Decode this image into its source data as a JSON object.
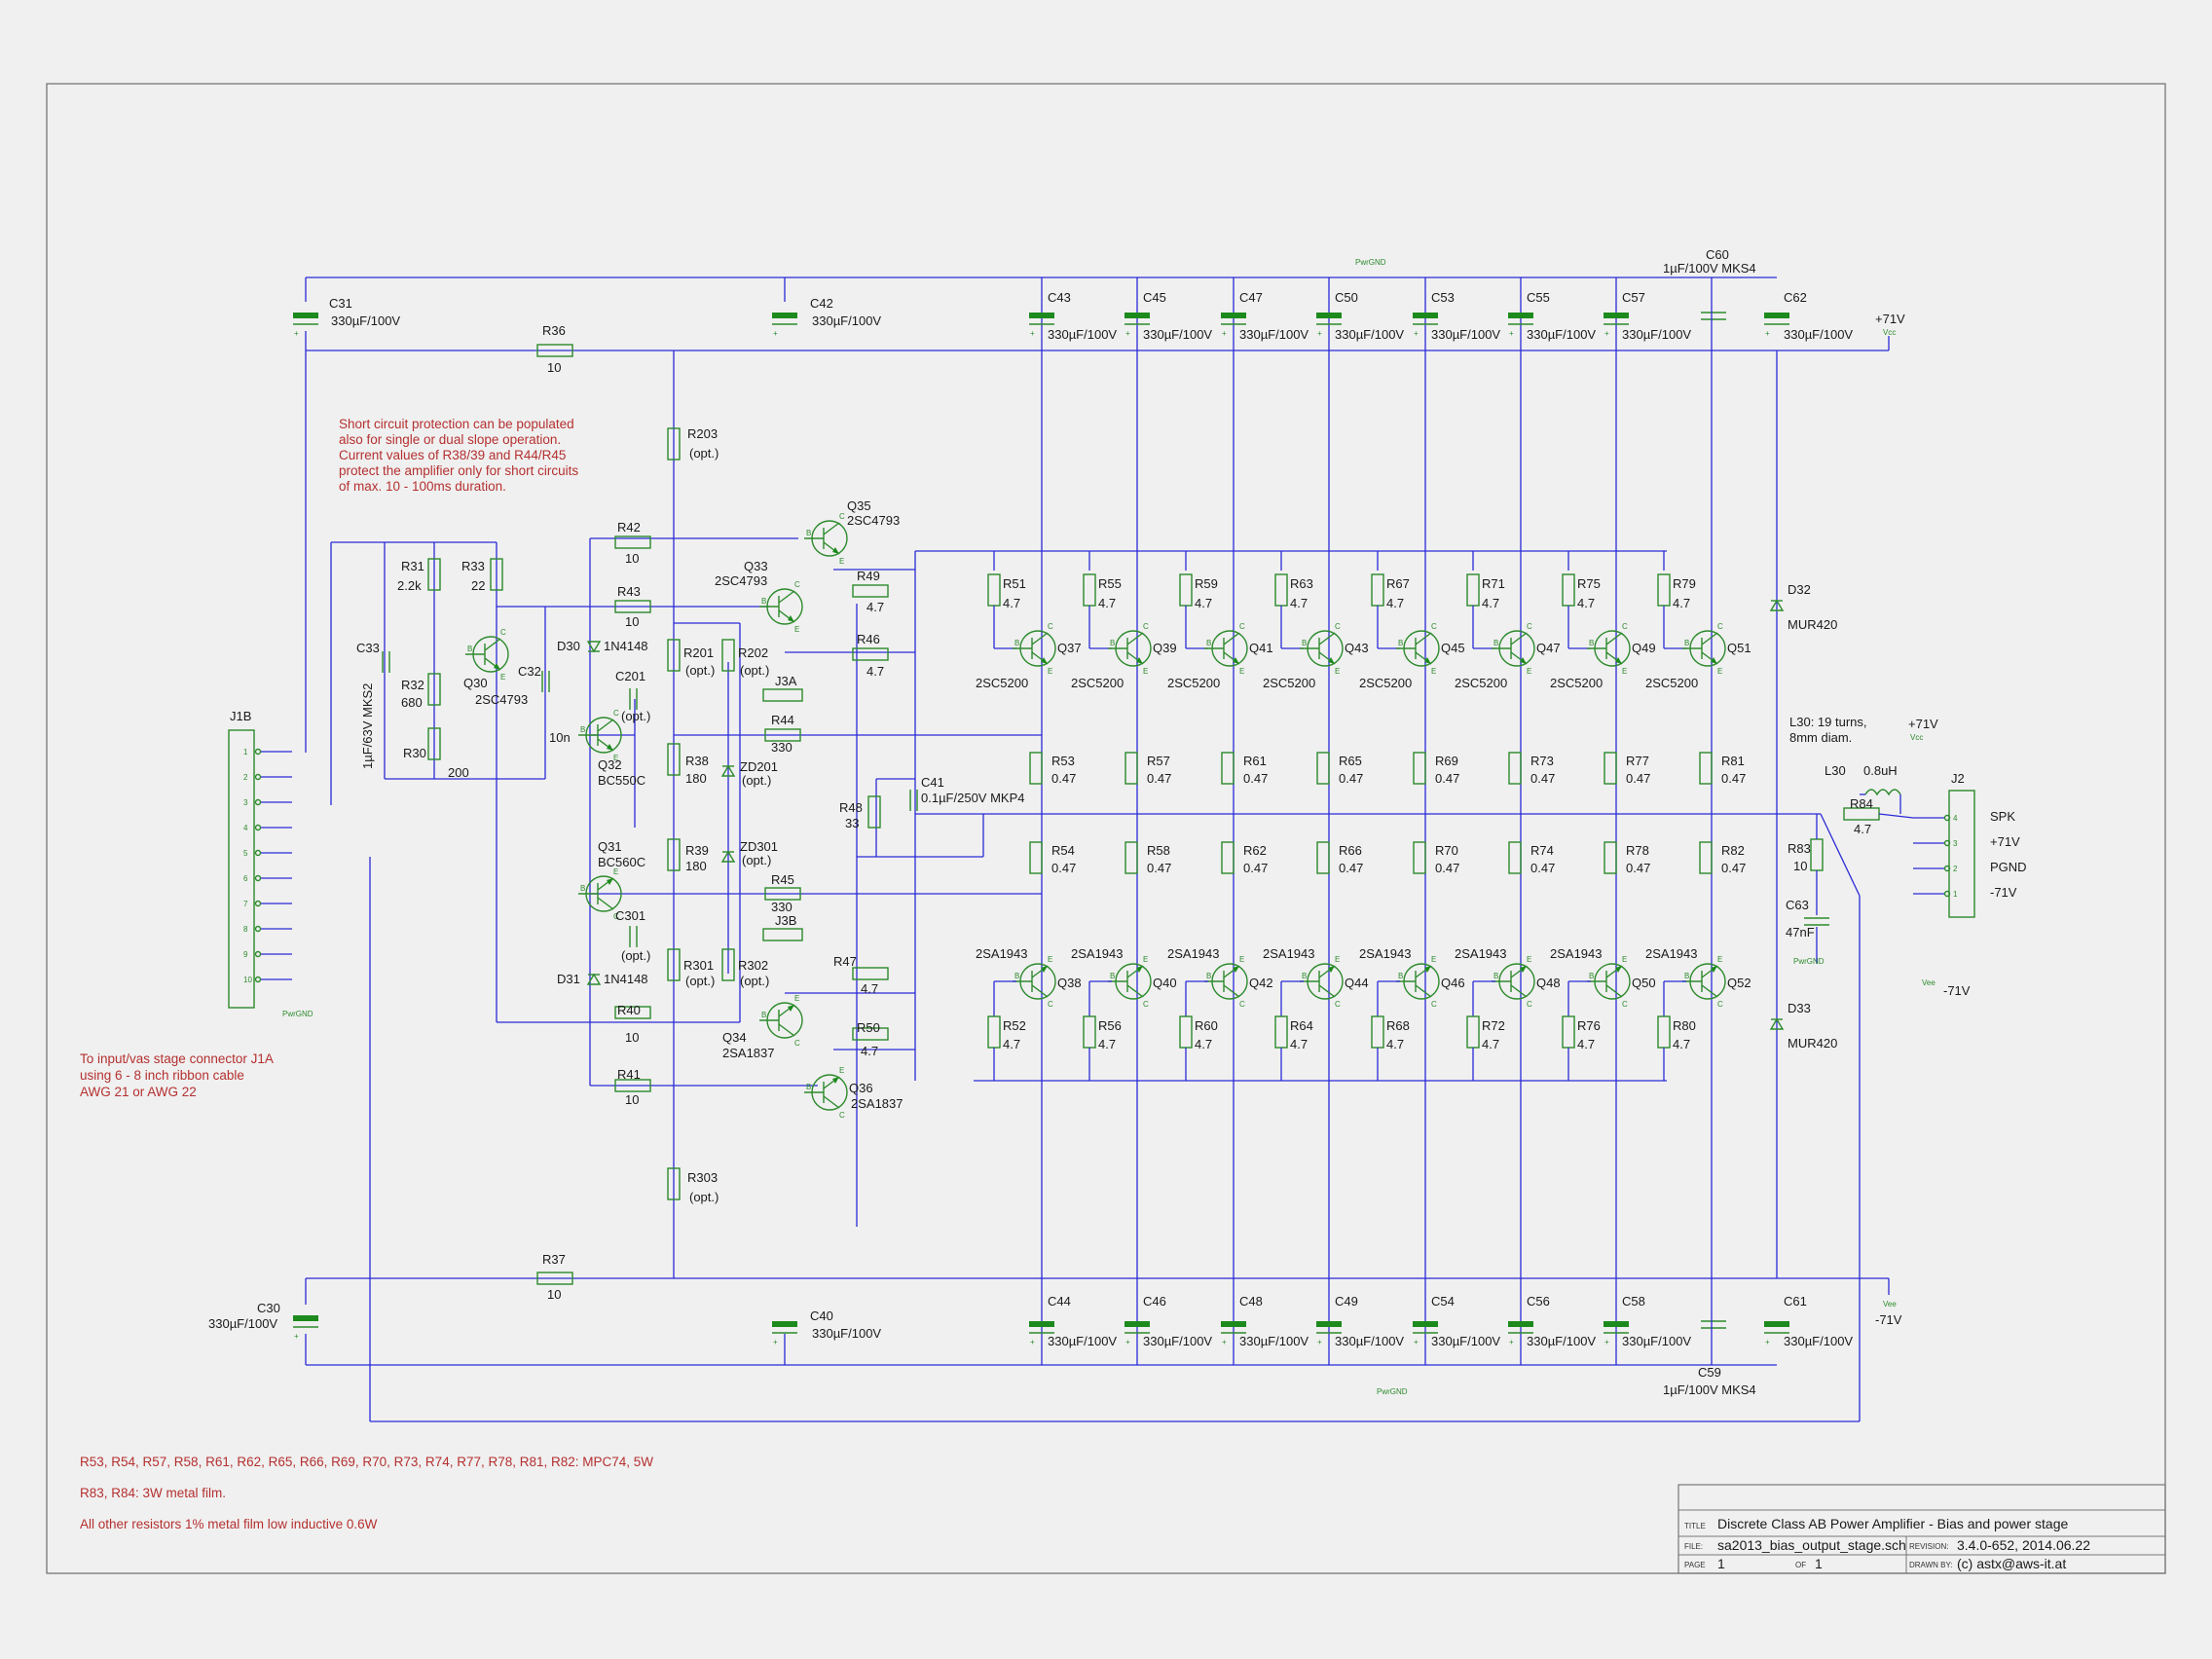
{
  "title_block": {
    "title_label": "TITLE",
    "title": "Discrete Class AB Power Amplifier - Bias and power stage",
    "file_label": "FILE:",
    "file": "sa2013_bias_output_stage.sch",
    "revision_label": "REVISION:",
    "revision": "3.4.0-652, 2014.06.22",
    "page_label": "PAGE",
    "page": "1",
    "of_label": "OF",
    "of": "1",
    "drawn_label": "DRAWN BY:",
    "drawn_by": "(c) astx@aws-it.at"
  },
  "notes": {
    "short_circuit": [
      "Short circuit protection can be populated",
      "also for single or dual slope operation.",
      "Current values of R38/39 and R44/R45",
      "protect the amplifier only for short circuits",
      "of max. 10 - 100ms duration."
    ],
    "connector": [
      "To input/vas stage connector J1A",
      "using 6 - 8 inch ribbon cable",
      "AWG 21 or AWG 22"
    ],
    "resistors": [
      "R53, R54, R57, R58, R61, R62, R65, R66, R69, R70, R73, R74, R77, R78, R81, R82: MPC74, 5W",
      "R83, R84: 3W metal film.",
      "All other resistors 1% metal film low inductive 0.6W"
    ],
    "coil": [
      "L30: 19 turns,",
      "8mm diam."
    ]
  },
  "rails": {
    "pos": "+71V",
    "neg": "-71V",
    "vcc": "Vcc",
    "vee": "Vee",
    "gnd": "PwrGND"
  },
  "connectors": {
    "j1b": {
      "name": "J1B",
      "pins": [
        "1",
        "2",
        "3",
        "4",
        "5",
        "6",
        "7",
        "8",
        "9",
        "10"
      ]
    },
    "j2": {
      "name": "J2",
      "pins": [
        "4",
        "3",
        "2",
        "1"
      ],
      "labels": [
        "SPK",
        "+71V",
        "PGND",
        "-71V"
      ]
    }
  },
  "output_stage": {
    "npn": [
      {
        "q": "Q37",
        "rb": "R51",
        "rbv": "4.7",
        "re": "R53",
        "rev": "0.47",
        "type": "2SC5200"
      },
      {
        "q": "Q39",
        "rb": "R55",
        "rbv": "4.7",
        "re": "R57",
        "rev": "0.47",
        "type": "2SC5200"
      },
      {
        "q": "Q41",
        "rb": "R59",
        "rbv": "4.7",
        "re": "R61",
        "rev": "0.47",
        "type": "2SC5200"
      },
      {
        "q": "Q43",
        "rb": "R63",
        "rbv": "4.7",
        "re": "R65",
        "rev": "0.47",
        "type": "2SC5200"
      },
      {
        "q": "Q45",
        "rb": "R67",
        "rbv": "4.7",
        "re": "R69",
        "rev": "0.47",
        "type": "2SC5200"
      },
      {
        "q": "Q47",
        "rb": "R71",
        "rbv": "4.7",
        "re": "R73",
        "rev": "0.47",
        "type": "2SC5200"
      },
      {
        "q": "Q49",
        "rb": "R75",
        "rbv": "4.7",
        "re": "R77",
        "rev": "0.47",
        "type": "2SC5200"
      },
      {
        "q": "Q51",
        "rb": "R79",
        "rbv": "4.7",
        "re": "R81",
        "rev": "0.47",
        "type": "2SC5200"
      }
    ],
    "pnp": [
      {
        "q": "Q38",
        "rb": "R52",
        "rbv": "4.7",
        "re": "R54",
        "rev": "0.47",
        "type": "2SA1943"
      },
      {
        "q": "Q40",
        "rb": "R56",
        "rbv": "4.7",
        "re": "R58",
        "rev": "0.47",
        "type": "2SA1943"
      },
      {
        "q": "Q42",
        "rb": "R60",
        "rbv": "4.7",
        "re": "R62",
        "rev": "0.47",
        "type": "2SA1943"
      },
      {
        "q": "Q44",
        "rb": "R64",
        "rbv": "4.7",
        "re": "R66",
        "rev": "0.47",
        "type": "2SA1943"
      },
      {
        "q": "Q46",
        "rb": "R68",
        "rbv": "4.7",
        "re": "R70",
        "rev": "0.47",
        "type": "2SA1943"
      },
      {
        "q": "Q48",
        "rb": "R72",
        "rbv": "4.7",
        "re": "R74",
        "rev": "0.47",
        "type": "2SA1943"
      },
      {
        "q": "Q50",
        "rb": "R76",
        "rbv": "4.7",
        "re": "R78",
        "rev": "0.47",
        "type": "2SA1943"
      },
      {
        "q": "Q52",
        "rb": "R80",
        "rbv": "4.7",
        "re": "R82",
        "rev": "0.47",
        "type": "2SA1943"
      }
    ],
    "caps_top": [
      {
        "n": "C43",
        "v": "330µF/100V"
      },
      {
        "n": "C45",
        "v": "330µF/100V"
      },
      {
        "n": "C47",
        "v": "330µF/100V"
      },
      {
        "n": "C50",
        "v": "330µF/100V"
      },
      {
        "n": "C53",
        "v": "330µF/100V"
      },
      {
        "n": "C55",
        "v": "330µF/100V"
      },
      {
        "n": "C57",
        "v": "330µF/100V"
      }
    ],
    "caps_bot": [
      {
        "n": "C44",
        "v": "330µF/100V"
      },
      {
        "n": "C46",
        "v": "330µF/100V"
      },
      {
        "n": "C48",
        "v": "330µF/100V"
      },
      {
        "n": "C49",
        "v": "330µF/100V"
      },
      {
        "n": "C54",
        "v": "330µF/100V"
      },
      {
        "n": "C56",
        "v": "330µF/100V"
      },
      {
        "n": "C58",
        "v": "330µF/100V"
      }
    ]
  },
  "parts": {
    "C31": {
      "n": "C31",
      "v": "330µF/100V"
    },
    "C42": {
      "n": "C42",
      "v": "330µF/100V"
    },
    "C62": {
      "n": "C62",
      "v": "330µF/100V"
    },
    "C60": {
      "n": "C60",
      "v": "1µF/100V MKS4"
    },
    "C30": {
      "n": "C30",
      "v": "330µF/100V"
    },
    "C40": {
      "n": "C40",
      "v": "330µF/100V"
    },
    "C61": {
      "n": "C61",
      "v": "330µF/100V"
    },
    "C59": {
      "n": "C59",
      "v": "1µF/100V MKS4"
    },
    "R36": {
      "n": "R36",
      "v": "10"
    },
    "R37": {
      "n": "R37",
      "v": "10"
    },
    "R203": {
      "n": "R203",
      "v": "(opt.)"
    },
    "R303": {
      "n": "R303",
      "v": "(opt.)"
    },
    "R31": {
      "n": "R31",
      "v": "2.2k"
    },
    "R33": {
      "n": "R33",
      "v": "22"
    },
    "R32": {
      "n": "R32",
      "v": "680"
    },
    "R30": {
      "n": "R30",
      "v": "200"
    },
    "C33": {
      "n": "C33",
      "v": "1µF/63V MKS2"
    },
    "C32": {
      "n": "C32",
      "v": "10n"
    },
    "Q30": {
      "n": "Q30",
      "v": "2SC4793"
    },
    "R42": {
      "n": "R42",
      "v": "10"
    },
    "R43": {
      "n": "R43",
      "v": "10"
    },
    "R40": {
      "n": "R40",
      "v": "10"
    },
    "R41": {
      "n": "R41",
      "v": "10"
    },
    "Q33": {
      "n": "Q33",
      "v": "2SC4793"
    },
    "Q35": {
      "n": "Q35",
      "v": "2SC4793"
    },
    "Q34": {
      "n": "Q34",
      "v": "2SA1837"
    },
    "Q36": {
      "n": "Q36",
      "v": "2SA1837"
    },
    "Q32": {
      "n": "Q32",
      "v": "BC550C"
    },
    "Q31": {
      "n": "Q31",
      "v": "BC560C"
    },
    "D30": {
      "n": "D30",
      "v": "1N4148"
    },
    "D31": {
      "n": "D31",
      "v": "1N4148"
    },
    "C201": {
      "n": "C201",
      "v": "(opt.)"
    },
    "C301": {
      "n": "C301",
      "v": "(opt.)"
    },
    "R201": {
      "n": "R201",
      "v": "(opt.)"
    },
    "R202": {
      "n": "R202",
      "v": "(opt.)"
    },
    "R301": {
      "n": "R301",
      "v": "(opt.)"
    },
    "R302": {
      "n": "R302",
      "v": "(opt.)"
    },
    "R38": {
      "n": "R38",
      "v": "180"
    },
    "R39": {
      "n": "R39",
      "v": "180"
    },
    "ZD201": {
      "n": "ZD201",
      "v": "(opt.)"
    },
    "ZD301": {
      "n": "ZD301",
      "v": "(opt.)"
    },
    "J3A": {
      "n": "J3A"
    },
    "J3B": {
      "n": "J3B"
    },
    "R44": {
      "n": "R44",
      "v": "330"
    },
    "R45": {
      "n": "R45",
      "v": "330"
    },
    "R49": {
      "n": "R49",
      "v": "4.7"
    },
    "R46": {
      "n": "R46",
      "v": "4.7"
    },
    "R47": {
      "n": "R47",
      "v": "4.7"
    },
    "R50": {
      "n": "R50",
      "v": "4.7"
    },
    "R48": {
      "n": "R48",
      "v": "33"
    },
    "C41": {
      "n": "C41",
      "v": "0.1µF/250V MKP4"
    },
    "D32": {
      "n": "D32",
      "v": "MUR420"
    },
    "D33": {
      "n": "D33",
      "v": "MUR420"
    },
    "L30": {
      "n": "L30",
      "v": "0.8uH"
    },
    "R84": {
      "n": "R84",
      "v": "4.7"
    },
    "R83": {
      "n": "R83",
      "v": "10"
    },
    "C63": {
      "n": "C63",
      "v": "47nF"
    }
  }
}
